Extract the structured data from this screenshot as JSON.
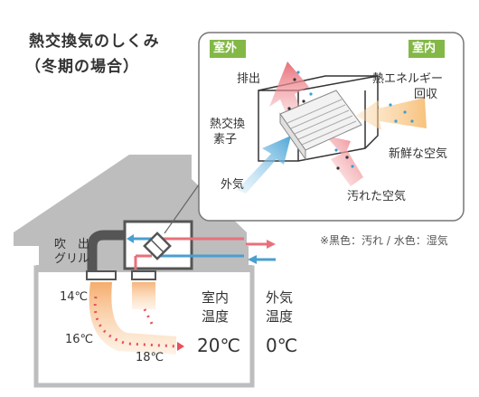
{
  "title": {
    "line1": "熱交換気のしくみ",
    "line2": "（冬期の場合）"
  },
  "inset": {
    "outside_tag": "室外",
    "inside_tag": "室内",
    "exhaust": "排出",
    "heat_energy_line1": "熱エネルギー",
    "heat_energy_line2": "回収",
    "element_line1": "熱交換",
    "element_line2": "素子",
    "fresh_air": "新鮮な空気",
    "outside_air": "外気",
    "dirty_air": "汚れた空気"
  },
  "legend_note": "※黒色：汚れ / 水色：湿気",
  "house": {
    "grille_line1": "吹　出",
    "grille_line2": "グリル",
    "temp_14": "14℃",
    "temp_16": "16℃",
    "temp_18": "18℃",
    "indoor_line1": "室内",
    "indoor_line2": "温度",
    "indoor_value": "20℃",
    "outdoor_line1": "外気",
    "outdoor_line2": "温度",
    "outdoor_value": "0℃"
  },
  "colors": {
    "house_gray": "#bdbdbd",
    "inset_green": "#83b846",
    "warm_red": "#e8707a",
    "cool_blue": "#4a9fd0",
    "warm_orange": "#f4a35c"
  }
}
